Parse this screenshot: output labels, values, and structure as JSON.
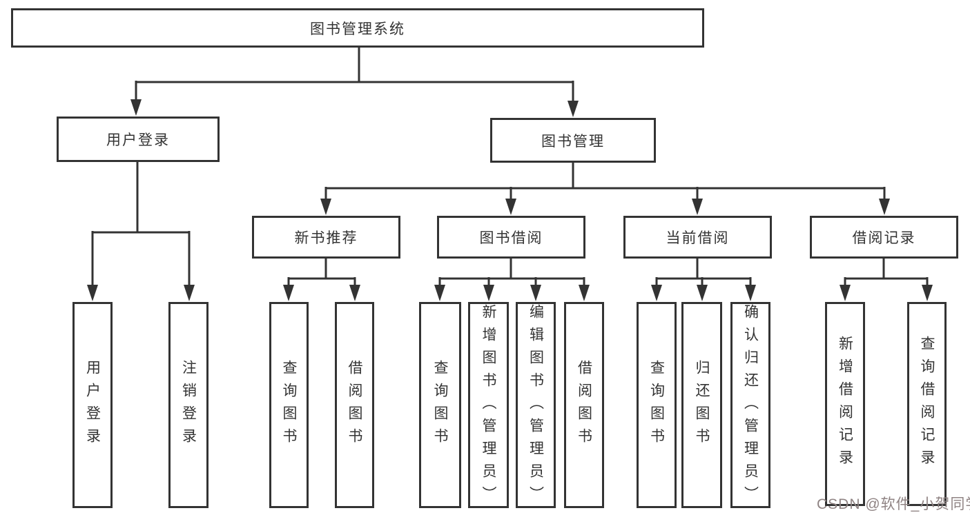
{
  "colors": {
    "line": "#333333",
    "box_border": "#333333",
    "text": "#333333",
    "background": "#ffffff",
    "watermark": "#8f8383"
  },
  "tree": {
    "root": "图书管理系统",
    "branches": [
      {
        "label": "用户登录",
        "children": [
          "用户登录",
          "注销登录"
        ]
      },
      {
        "label": "图书管理",
        "groups": [
          {
            "label": "新书推荐",
            "children": [
              "查询图书",
              "借阅图书"
            ]
          },
          {
            "label": "图书借阅",
            "children": [
              "查询图书",
              "新增图书（管理员）",
              "编辑图书（管理员）",
              "借阅图书"
            ]
          },
          {
            "label": "当前借阅",
            "children": [
              "查询图书",
              "归还图书",
              "确认归还（管理员）"
            ]
          },
          {
            "label": "借阅记录",
            "children": [
              "新增借阅记录",
              "查询借阅记录"
            ]
          }
        ]
      }
    ]
  },
  "watermark": {
    "text": "CSDN @软件_小贺同学"
  }
}
